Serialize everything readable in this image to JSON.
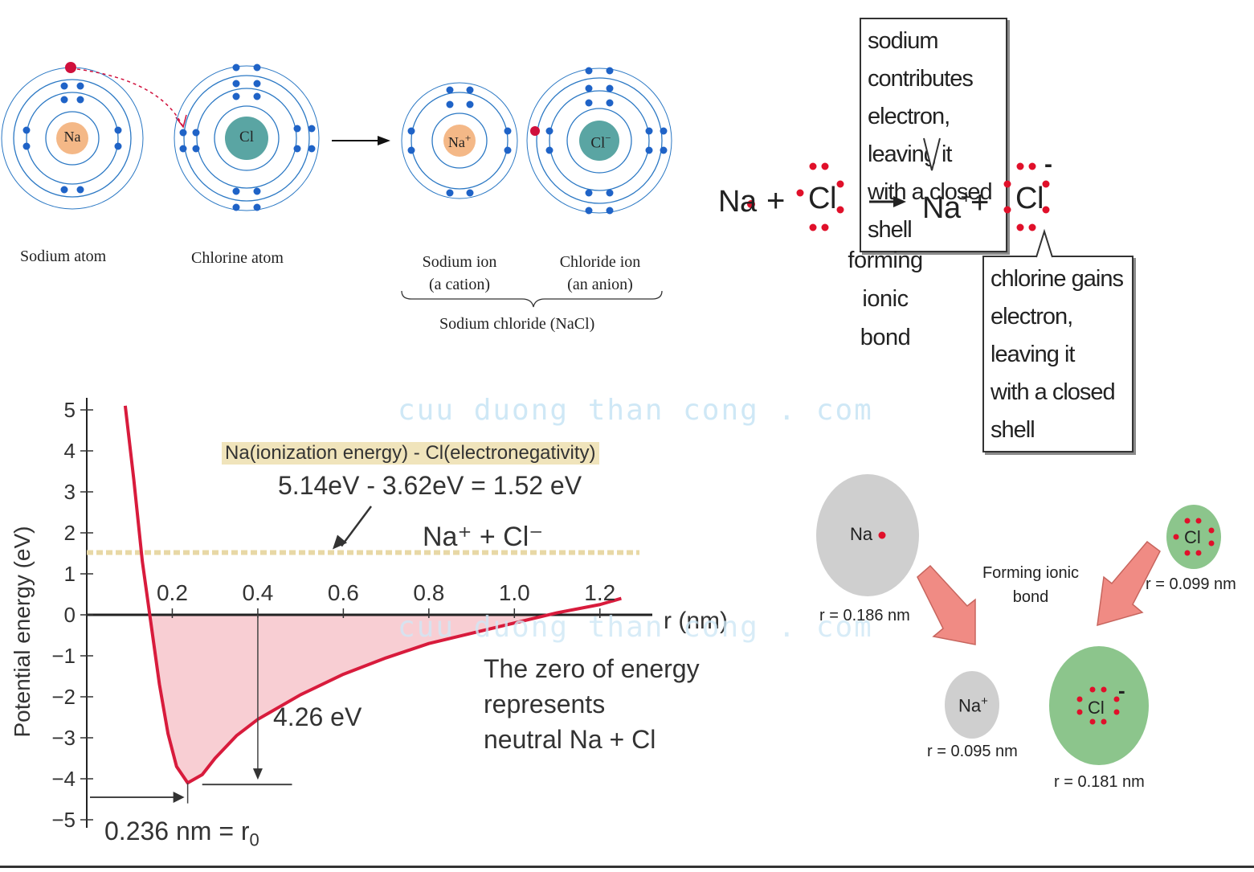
{
  "atom_diagram": {
    "sodium_atom": {
      "symbol": "Na",
      "label": "Sodium atom"
    },
    "chlorine_atom": {
      "symbol": "Cl",
      "label": "Chlorine atom"
    },
    "sodium_ion": {
      "symbol": "Na",
      "charge": "+",
      "label": "Sodium ion",
      "sublabel": "(a cation)"
    },
    "chloride_ion": {
      "symbol": "Cl",
      "charge": "−",
      "label": "Chloride ion",
      "sublabel": "(an anion)"
    },
    "compound_label": "Sodium chloride (NaCl)",
    "colors": {
      "electron": "#1f63c7",
      "transferred_electron": "#d0103c",
      "na_nucleus": "#f4b887",
      "cl_nucleus": "#5aa5a3",
      "shell": "#2b78c4"
    }
  },
  "lewis_equation": {
    "na": "Na",
    "plus1": "+",
    "cl": "Cl",
    "arrow": "⟶",
    "na_ion": "Na",
    "na_ion_charge": "+",
    "plus2": "+",
    "cl_ion": "Cl",
    "cl_ion_charge": "-",
    "reaction_label_1": "forming ionic",
    "reaction_label_2": "bond",
    "callout_top": [
      "sodium contributes",
      "electron, leaving it",
      "with a closed shell"
    ],
    "callout_bottom": [
      "chlorine gains",
      "electron, leaving it",
      "with a closed shell"
    ]
  },
  "watermark": "cuu duong than cong . com",
  "chart_data": {
    "type": "line",
    "title": "",
    "xlabel": "r (nm)",
    "ylabel": "Potential energy (eV)",
    "xlim": [
      0,
      1.3
    ],
    "ylim": [
      -5,
      5
    ],
    "x_ticks": [
      "0.2",
      "0.4",
      "0.6",
      "0.8",
      "1.0",
      "1.2"
    ],
    "x_tick_values": [
      0.2,
      0.4,
      0.6,
      0.8,
      1.0,
      1.2
    ],
    "y_ticks": [
      "5",
      "4",
      "3",
      "2",
      "1",
      "0",
      "−1",
      "−2",
      "−3",
      "−4",
      "−5"
    ],
    "y_tick_values": [
      5,
      4,
      3,
      2,
      1,
      0,
      -1,
      -2,
      -3,
      -4,
      -5
    ],
    "series": [
      {
        "values": [
          {
            "x": 0.09,
            "y": 5.1
          },
          {
            "x": 0.11,
            "y": 3.3
          },
          {
            "x": 0.13,
            "y": 1.3
          },
          {
            "x": 0.15,
            "y": -0.2
          },
          {
            "x": 0.17,
            "y": -1.7
          },
          {
            "x": 0.19,
            "y": -2.9
          },
          {
            "x": 0.21,
            "y": -3.7
          },
          {
            "x": 0.236,
            "y": -4.1
          },
          {
            "x": 0.27,
            "y": -3.9
          },
          {
            "x": 0.3,
            "y": -3.5
          },
          {
            "x": 0.35,
            "y": -2.95
          },
          {
            "x": 0.4,
            "y": -2.55
          },
          {
            "x": 0.5,
            "y": -1.95
          },
          {
            "x": 0.6,
            "y": -1.45
          },
          {
            "x": 0.7,
            "y": -1.05
          },
          {
            "x": 0.8,
            "y": -0.7
          },
          {
            "x": 0.9,
            "y": -0.45
          },
          {
            "x": 1.0,
            "y": -0.2
          },
          {
            "x": 1.1,
            "y": 0.05
          },
          {
            "x": 1.2,
            "y": 0.25
          },
          {
            "x": 1.25,
            "y": 0.4
          }
        ]
      }
    ],
    "reference_line": {
      "y": 1.52,
      "label": "Na⁺ + Cl⁻"
    },
    "annotation_header_1": "Na(ionization energy) - Cl(electronegativity)",
    "annotation_header_2": "5.14eV - 3.62eV = 1.52 eV",
    "well_depth_label": "4.26 eV",
    "r0_label": "0.236 nm = r",
    "r0_subscript": "0",
    "r0": 0.236,
    "minimum_energy": -4.1,
    "note": [
      "The zero of energy",
      "represents",
      "neutral Na + Cl"
    ],
    "colors": {
      "curve": "#d81b3c",
      "fill": "#f7c5cb",
      "dashed": "#e8d8a6"
    }
  },
  "radius_diagram": {
    "na_atom": {
      "symbol": "Na",
      "radius_label": "r = 0.186 nm"
    },
    "cl_atom": {
      "symbol": "Cl",
      "radius_label": "r = 0.099 nm"
    },
    "na_ion": {
      "symbol": "Na",
      "charge": "+",
      "radius_label": "r = 0.095 nm"
    },
    "cl_ion": {
      "symbol": "Cl",
      "charge": "-",
      "radius_label": "r = 0.181 nm"
    },
    "center_label_1": "Forming ionic",
    "center_label_2": "bond",
    "colors": {
      "gray": "#cfcfcf",
      "green": "#8cc58c",
      "arrow": "#f08b84",
      "electron": "#e0102a"
    }
  }
}
